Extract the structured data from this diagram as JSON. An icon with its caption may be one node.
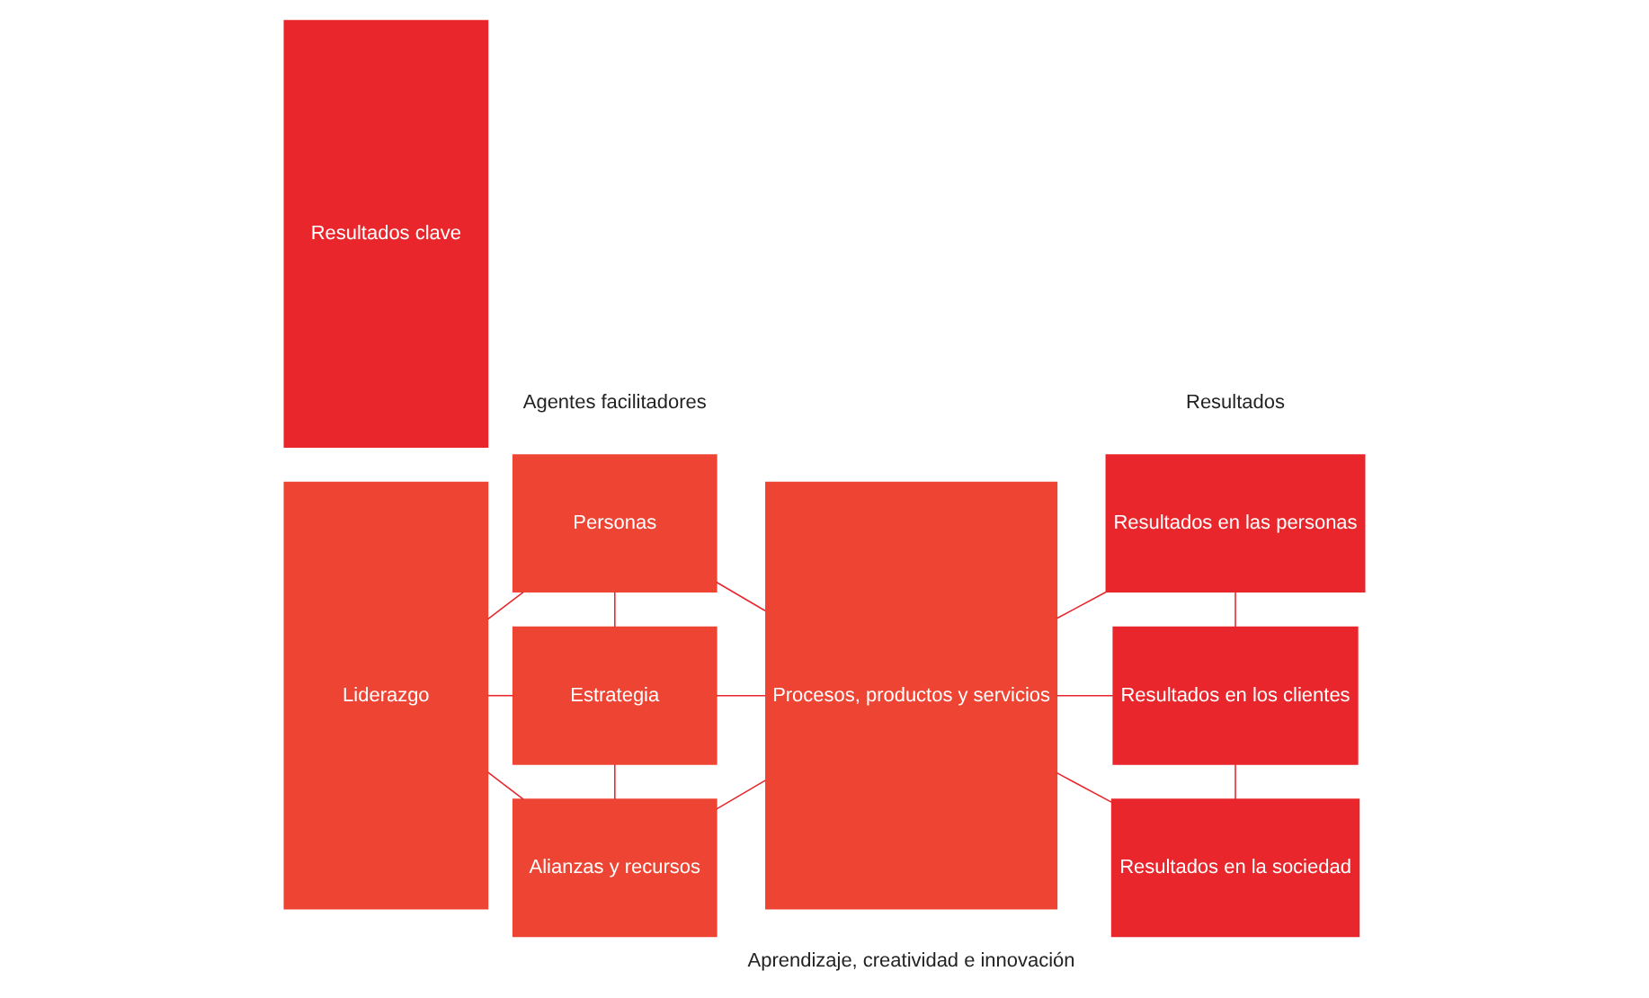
{
  "diagram": {
    "nodes": [
      {
        "text": [
          "Liderazgo"
        ]
      },
      {
        "text": [
          "Personas"
        ]
      },
      {
        "text": [
          "Estrategia"
        ]
      },
      {
        "text": [
          "Alianzas y recursos"
        ]
      },
      {
        "text": [
          "Procesos, productos y servicios"
        ]
      },
      {
        "text": [
          "Resultados en las personas"
        ]
      },
      {
        "text": [
          "Resultados en los clientes"
        ]
      },
      {
        "text": [
          "Resultados en la sociedad"
        ]
      },
      {
        "text": [
          "Resultados clave"
        ]
      }
    ],
    "edges": [
      {
        "from": 0,
        "to": 1,
        "arrow": "none"
      },
      {
        "from": 0,
        "to": 2,
        "arrow": "none"
      },
      {
        "from": 0,
        "to": 3,
        "arrow": "none"
      },
      {
        "from": 1,
        "to": 2,
        "arrow": "none"
      },
      {
        "from": 2,
        "to": 3,
        "arrow": "none"
      },
      {
        "from": 1,
        "to": 4,
        "arrow": "none"
      },
      {
        "from": 2,
        "to": 4,
        "arrow": "none"
      },
      {
        "from": 3,
        "to": 4,
        "arrow": "none"
      },
      {
        "from": 4,
        "to": 5,
        "arrow": "none"
      },
      {
        "from": 4,
        "to": 6,
        "arrow": "none"
      },
      {
        "from": 4,
        "to": 7,
        "arrow": "none"
      },
      {
        "from": 5,
        "to": 6,
        "arrow": "none"
      },
      {
        "from": 6,
        "to": 7,
        "arrow": "none"
      }
    ],
    "labels": [
      "Agentes facilitadores",
      "Resultados",
      "Aprendizaje, creatividad e innovación"
    ]
  }
}
